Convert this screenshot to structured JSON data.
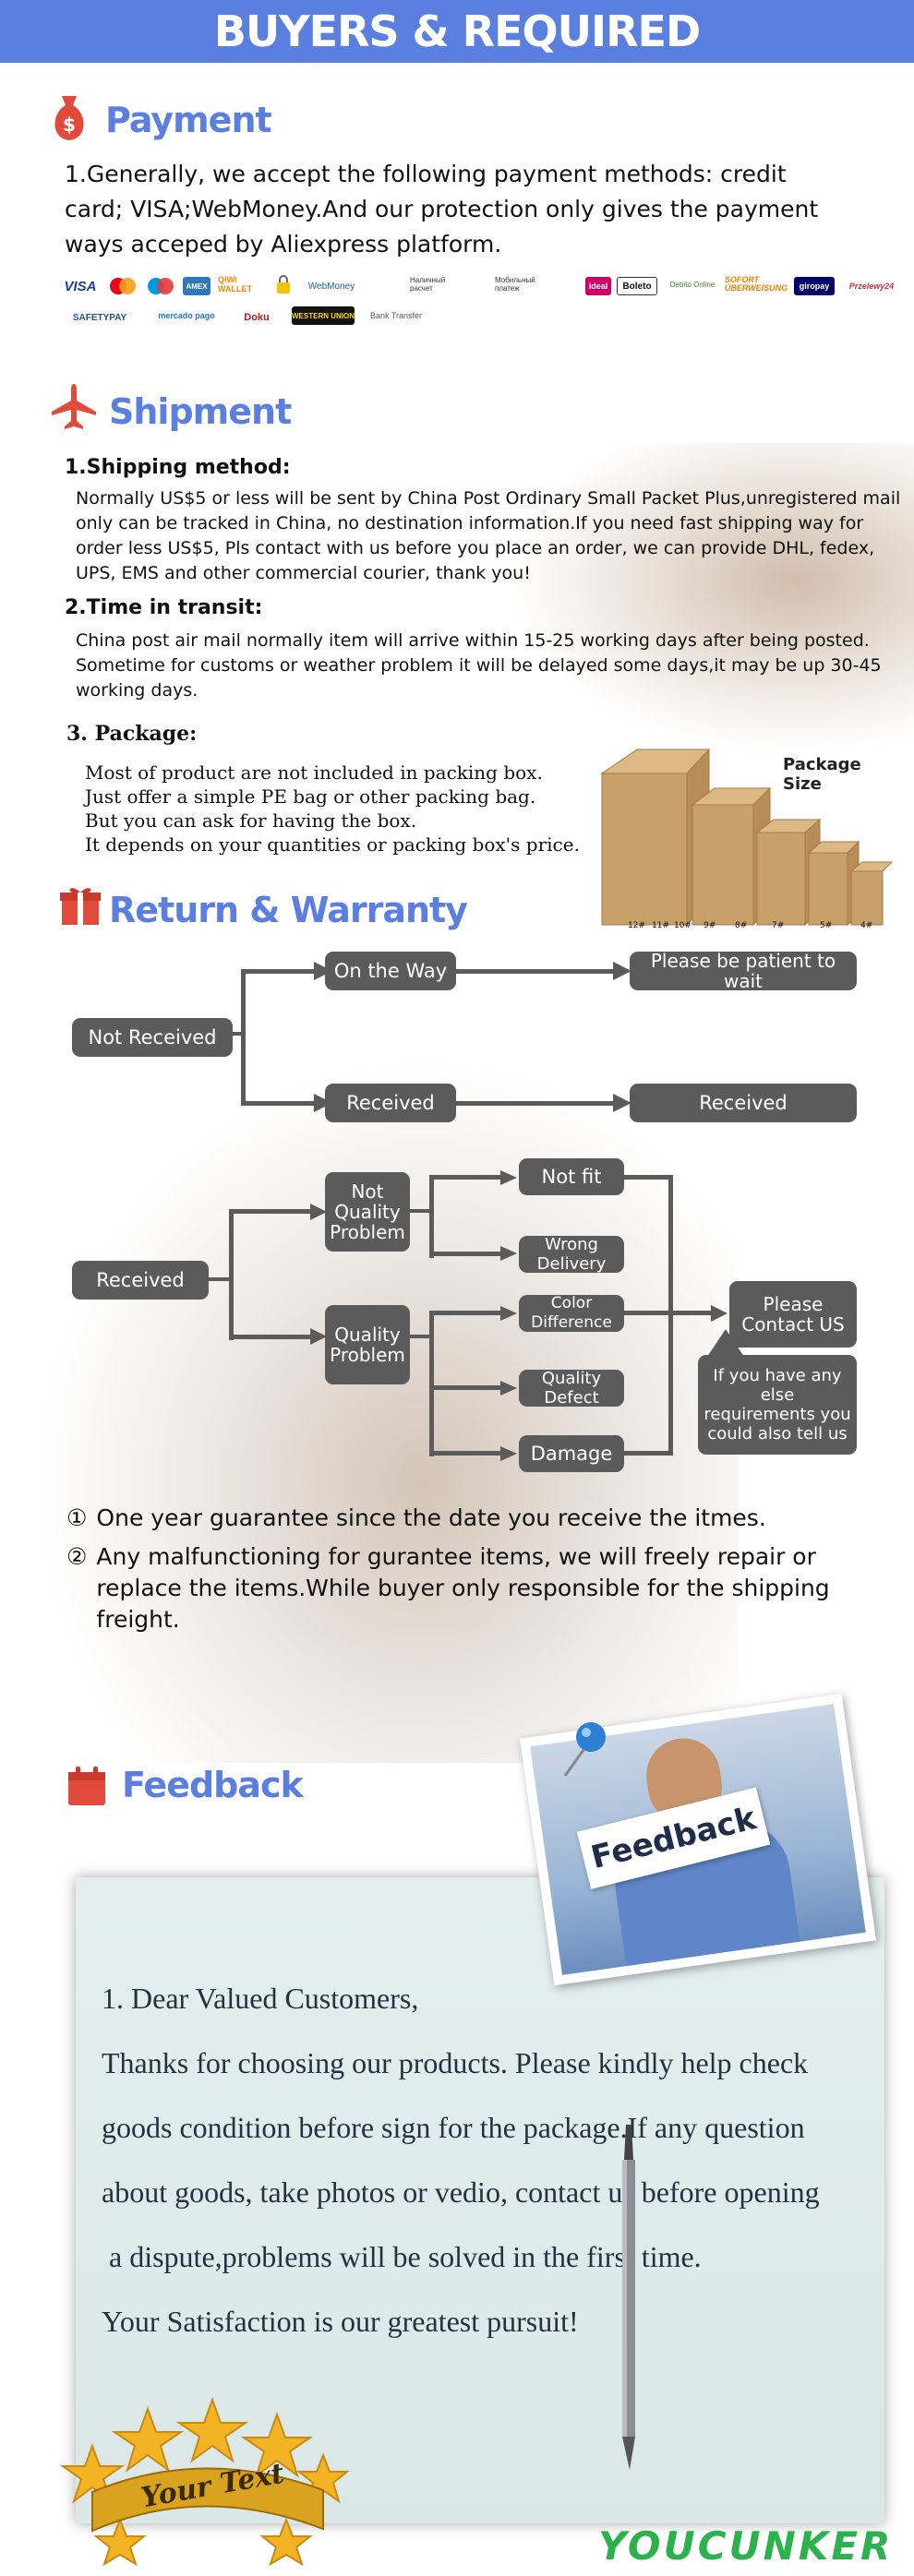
{
  "header": {
    "title": "BUYERS & REQUIRED"
  },
  "payment": {
    "title": "Payment",
    "text": "1.Generally, we accept the following payment methods: credit card; VISA;WebMoney.And our protection only gives the payment ways acceped by Aliexpress platform.",
    "logos": [
      "VISA",
      "MasterCard",
      "Maestro",
      "AMEX",
      "QIWI WALLET",
      "WebMoney",
      "Наличный расчет",
      "Мобильный платеж",
      "ideal",
      "Boleto",
      "Debito Online",
      "SOFORT ÜBERWEISUNG",
      "giropay",
      "Przelewy24",
      "SAFETYPAY",
      "mercado pago",
      "Doku",
      "WESTERN UNION",
      "Bank Transfer"
    ]
  },
  "shipment": {
    "title": "Shipment",
    "h1": "1.Shipping method:",
    "p1": "Normally US$5 or less will be sent by China Post Ordinary Small Packet Plus,unregistered mail only can be tracked in China, no destination information.If you need fast shipping way for order less US$5, Pls contact with us before you place an order, we can provide DHL, fedex, UPS, EMS and other commercial courier, thank you!",
    "h2": "2.Time in transit:",
    "p2": "China post air mail normally item will arrive within 15-25 working days after being posted. Sometime for customs or weather problem it will be delayed some days,it may be up 30-45 working days.",
    "h3": "3. Package:",
    "p3": [
      "Most of product are not included in packing box.",
      "Just offer a simple PE bag or other packing bag.",
      "But you can ask for having the box.",
      "It depends on your quantities or packing box's price."
    ],
    "package_size": "Package Size",
    "box_labels": [
      "12#",
      "11#",
      "10#",
      "9#",
      "8#",
      "7#",
      "5#",
      "4#"
    ]
  },
  "warranty": {
    "title": "Return & Warranty",
    "not_received": "Not Received",
    "on_the_way": "On the Way",
    "patient": "Please be patient to wait",
    "received_a": "Received",
    "received_b": "Received",
    "received_root": "Received",
    "not_quality": "Not Quality Problem",
    "quality": "Quality Problem",
    "not_fit": "Not fit",
    "wrong_delivery": "Wrong Delivery",
    "color_diff": "Color Difference",
    "quality_defect": "Quality Defect",
    "damage": "Damage",
    "contact": "Please Contact US",
    "bubble": "If you have any else requirements you could also tell us",
    "note1_num": "①",
    "note1": "One year guarantee since the date you receive the itmes.",
    "note2_num": "②",
    "note2": "Any malfunctioning for gurantee items, we will freely repair or replace the items.While buyer only responsible for the shipping freight."
  },
  "feedback": {
    "title": "Feedback",
    "sign": "Feedback",
    "line1": "1. Dear Valued Customers,",
    "line2": "Thanks for choosing our products. Please kindly help check",
    "line3": "goods condition before sign for the package.If any question",
    "line4": "about goods, take photos or vedio, contact us before opening",
    "line5": " a dispute,problems will be solved in the first time.",
    "line6": "Your Satisfaction is our greatest pursuit!",
    "badge": "Your Text",
    "brand": "YOUCUNKER"
  },
  "colors": {
    "accent": "#5a7fe0",
    "icon_red": "#e24b3b",
    "flow_box": "#5b5b5b",
    "brand_green": "#2bb24c"
  }
}
